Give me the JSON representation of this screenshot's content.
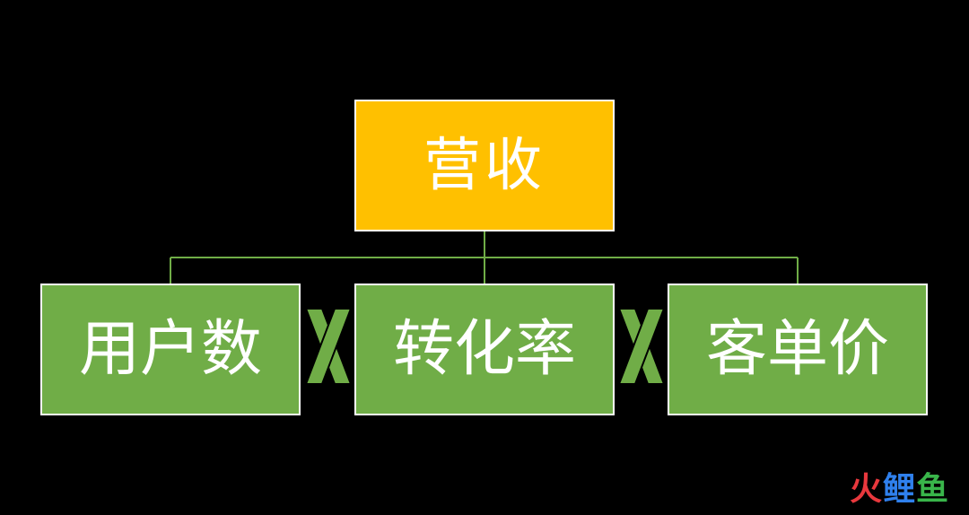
{
  "root": {
    "label": "营收",
    "color": "#ffc000"
  },
  "children": [
    {
      "label": "用户数",
      "color": "#70ad47"
    },
    {
      "label": "转化率",
      "color": "#70ad47"
    },
    {
      "label": "客单价",
      "color": "#70ad47"
    }
  ],
  "operators": [
    "X",
    "X"
  ],
  "connector_color": "#70ad47",
  "watermark": {
    "char1": "火",
    "char2": "鲤",
    "char3": "鱼"
  },
  "watermark_colors": [
    "#e8383d",
    "#2f80ed",
    "#39b54a"
  ]
}
